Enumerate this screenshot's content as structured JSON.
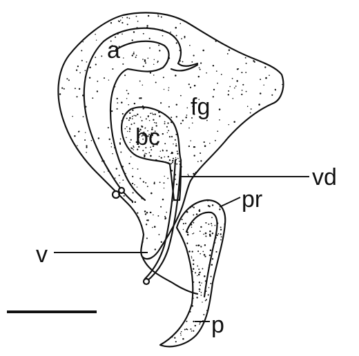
{
  "labels": {
    "a": "a",
    "fg": "fg",
    "bc": "bc",
    "vd": "vd",
    "pr": "pr",
    "v": "v",
    "p": "p"
  },
  "colors": {
    "ink": "#111111",
    "background": "#ffffff"
  }
}
